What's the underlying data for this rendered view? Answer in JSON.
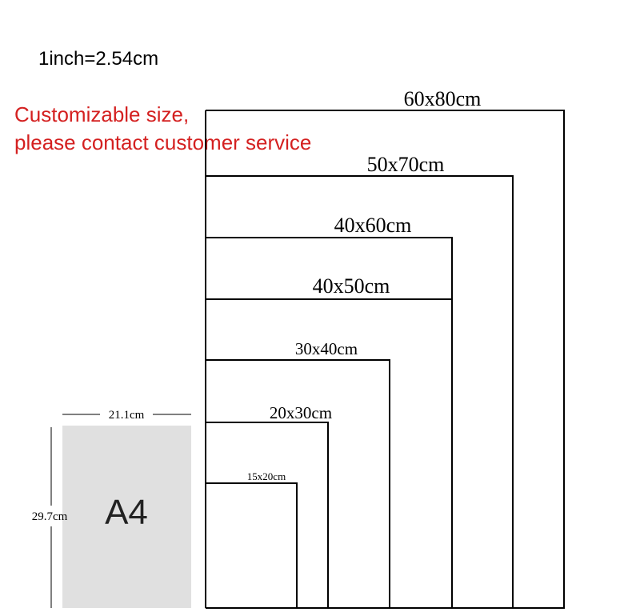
{
  "conversion_note": "1inch=2.54cm",
  "custom_notice": {
    "line1": "Customizable size,",
    "line2": "please contact customer service",
    "color": "#d42020"
  },
  "sizes": [
    {
      "label": "60x80cm"
    },
    {
      "label": "50x70cm"
    },
    {
      "label": "40x60cm"
    },
    {
      "label": "40x50cm"
    },
    {
      "label": "30x40cm"
    },
    {
      "label": "20x30cm"
    },
    {
      "label": "15x20cm"
    }
  ],
  "a4_reference": {
    "label": "A4",
    "width_label": "21.1cm",
    "height_label": "29.7cm",
    "fill": "#e0e0e0"
  }
}
